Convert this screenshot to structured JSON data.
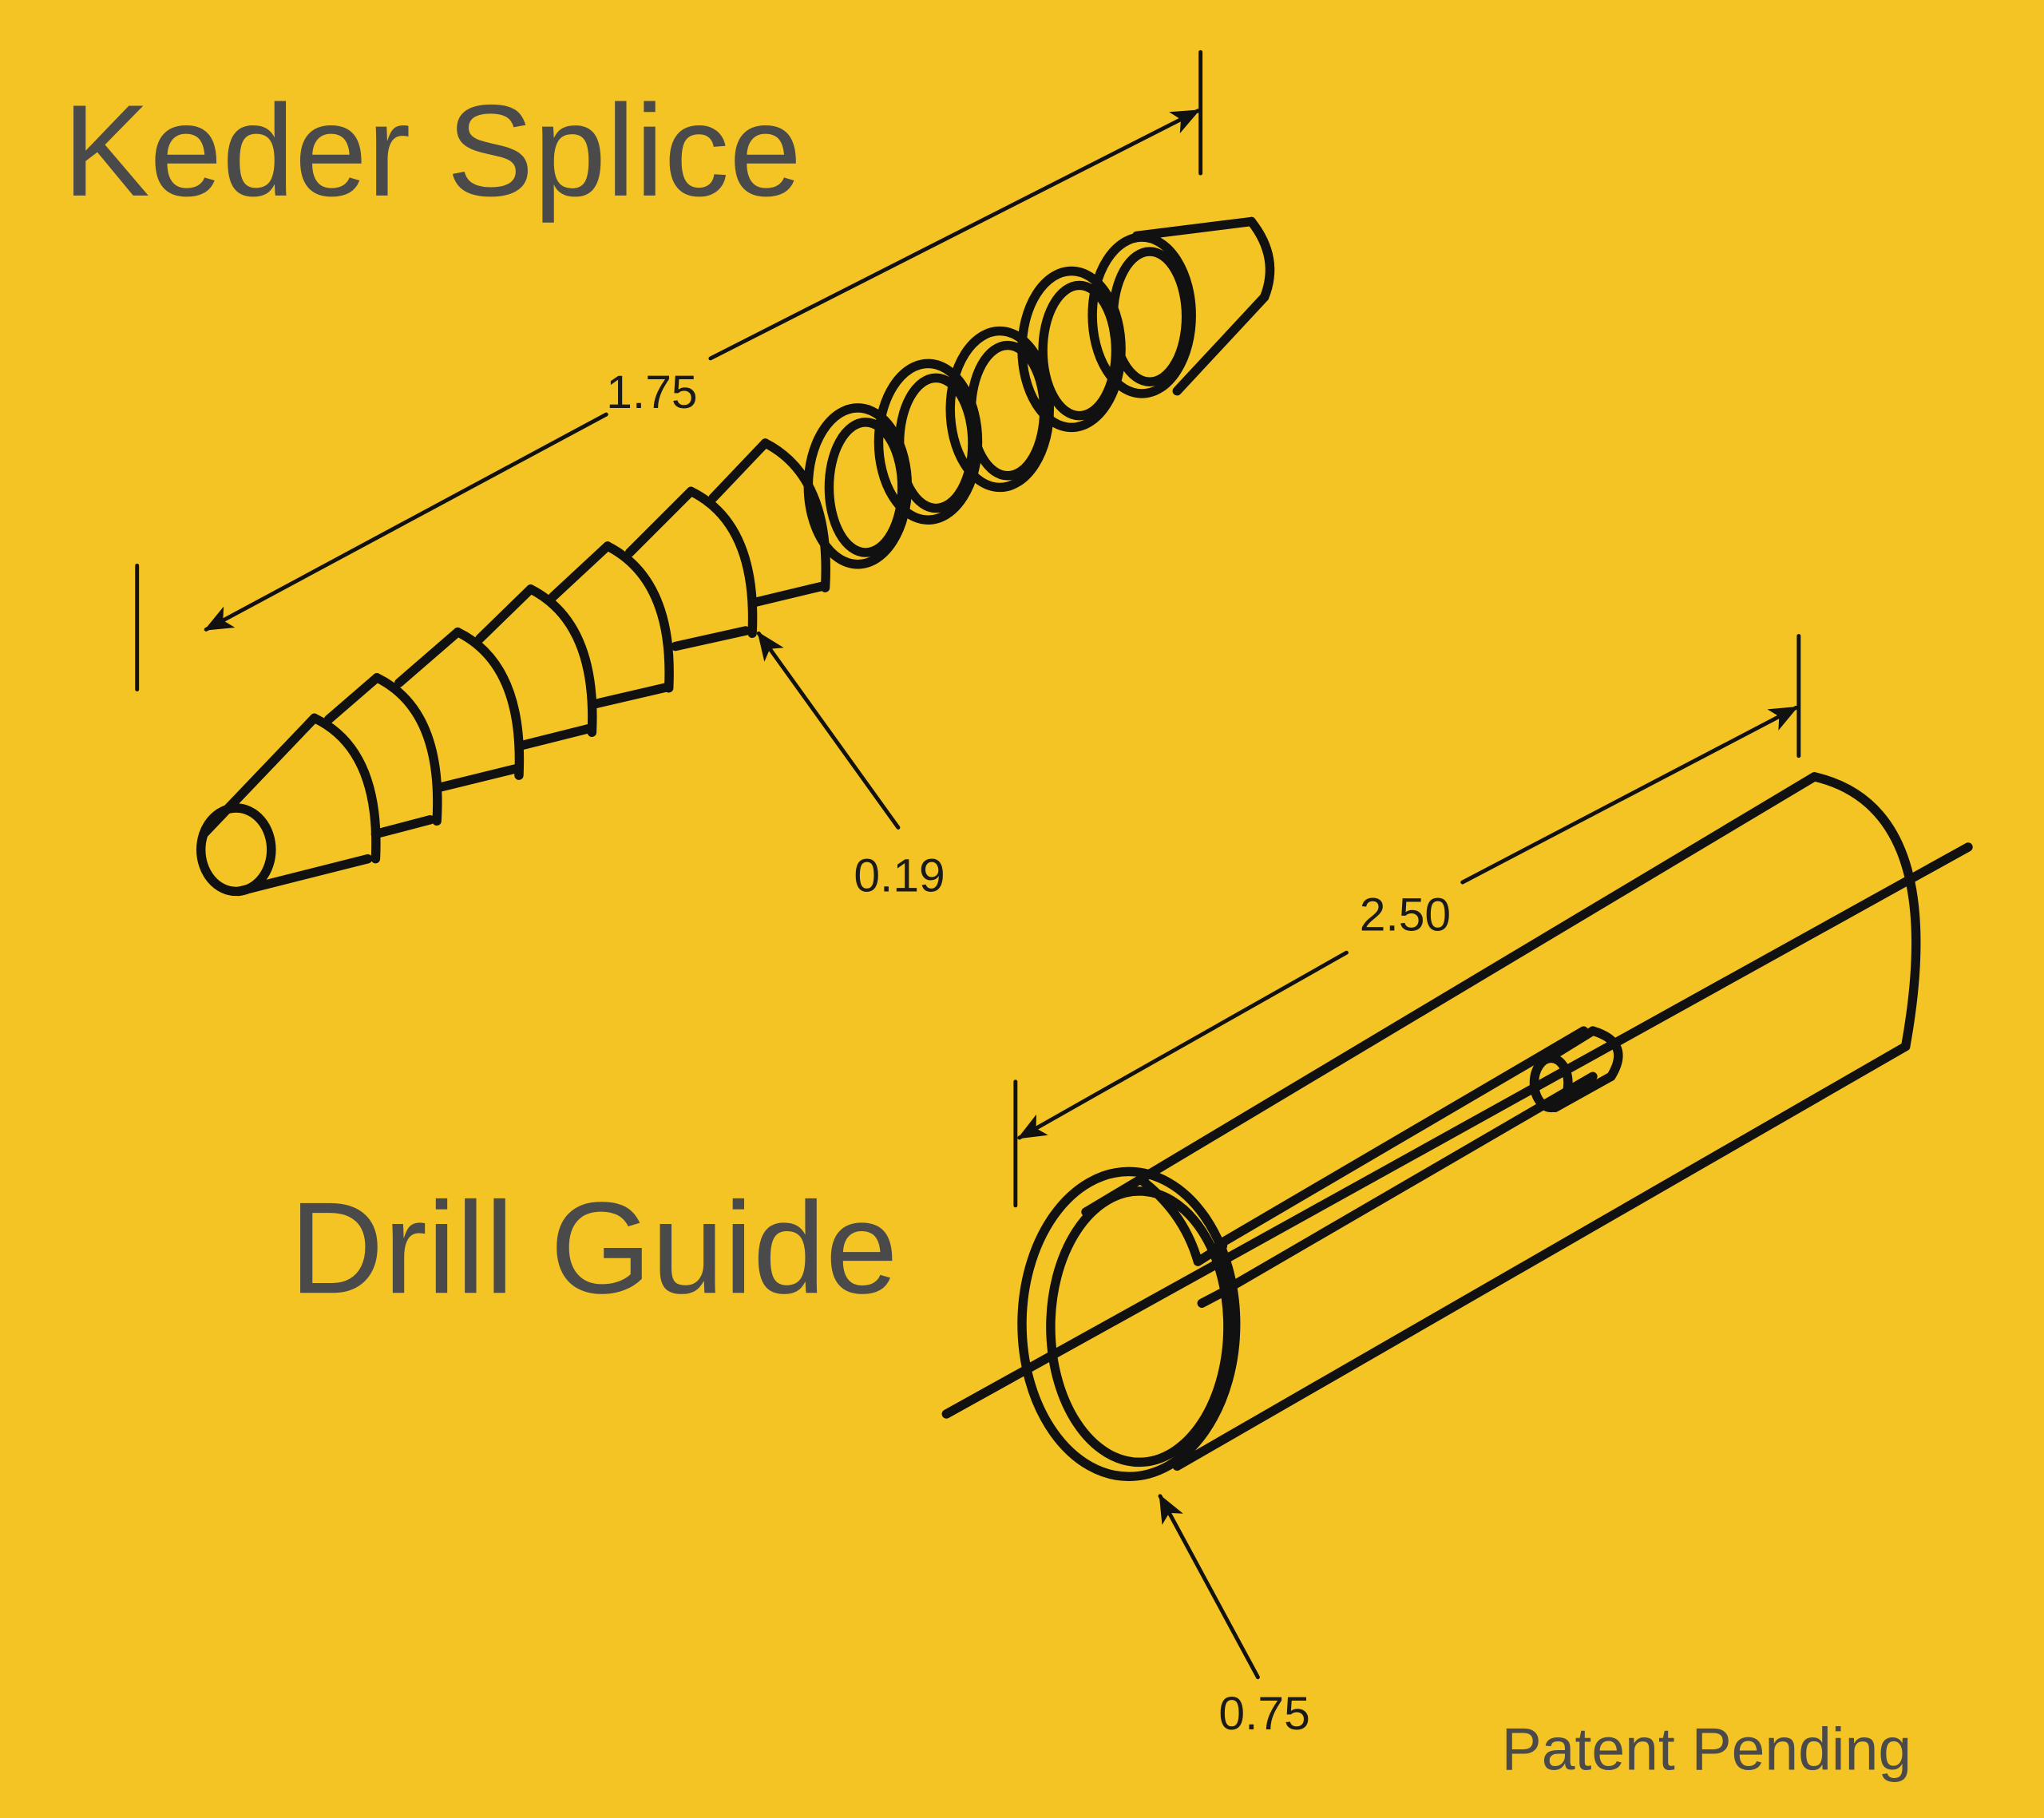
{
  "keder_splice": {
    "title": "Keder Splice",
    "length_label": "1.75",
    "diameter_label": "0.19"
  },
  "drill_guide": {
    "title": "Drill Guide",
    "length_label": "2.50",
    "diameter_label": "0.75"
  },
  "footer": {
    "note": "Patent Pending"
  },
  "colors": {
    "background": "#F4C324",
    "ink": "#111111",
    "title_text": "#4A4A4A"
  }
}
